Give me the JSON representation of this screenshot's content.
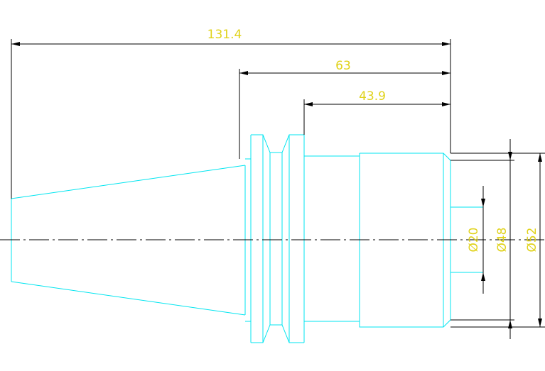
{
  "colors": {
    "background": "#ffffff",
    "outline": "#00e5f0",
    "dimension_line": "#000000",
    "dimension_text": "#e0d21a"
  },
  "dimensions": {
    "overall_length": "131.4",
    "flange_to_end": "63",
    "shank_length": "43.9",
    "bore_diameter": "Ø20",
    "shank_diameter": "Ø48",
    "collar_diameter": "Ø52"
  }
}
